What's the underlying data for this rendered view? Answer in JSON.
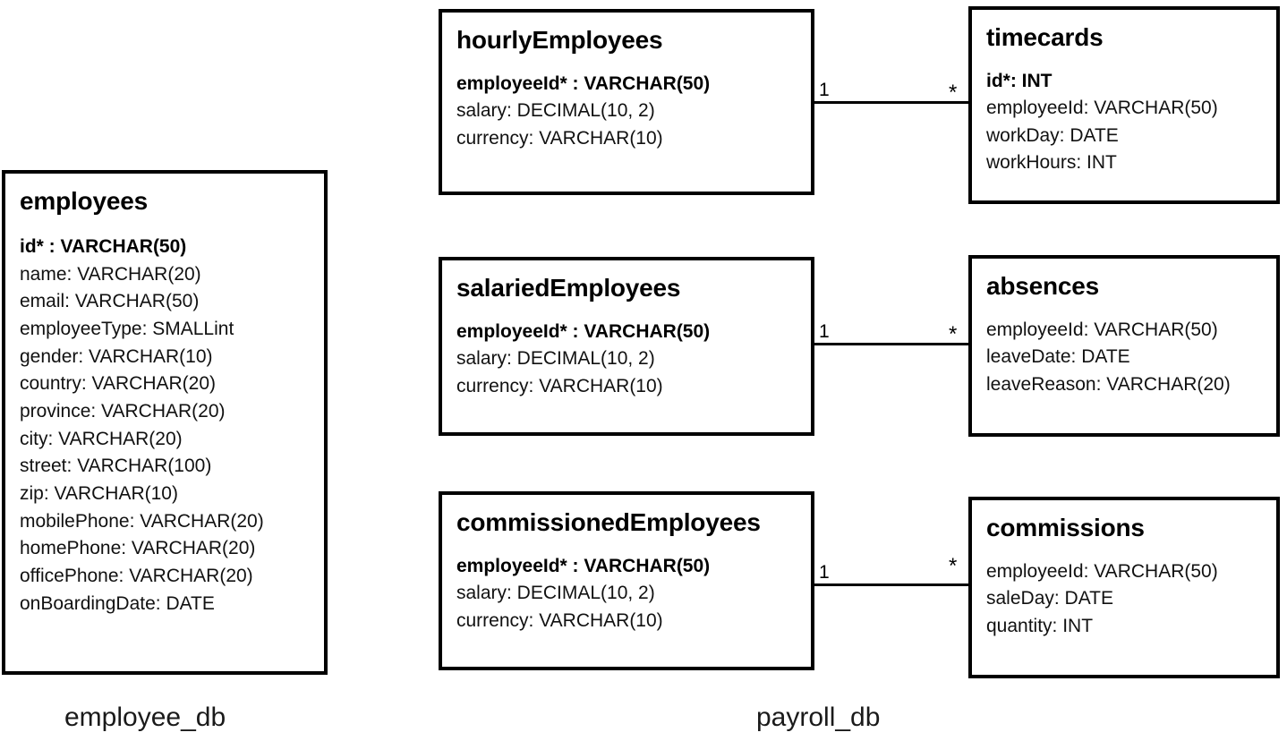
{
  "diagram": {
    "type": "entity-relationship-diagram",
    "databases": [
      {
        "id": "employee_db",
        "caption": "employee_db"
      },
      {
        "id": "payroll_db",
        "caption": "payroll_db"
      }
    ],
    "entities": [
      {
        "id": "employees",
        "database": "employee_db",
        "title": "employees",
        "attributes": [
          {
            "text": "id* : VARCHAR(50)",
            "primary_key": true
          },
          {
            "text": "name: VARCHAR(20)",
            "primary_key": false
          },
          {
            "text": "email: VARCHAR(50)",
            "primary_key": false
          },
          {
            "text": "employeeType: SMALLint",
            "primary_key": false
          },
          {
            "text": "gender: VARCHAR(10)",
            "primary_key": false
          },
          {
            "text": "country: VARCHAR(20)",
            "primary_key": false
          },
          {
            "text": "province: VARCHAR(20)",
            "primary_key": false
          },
          {
            "text": "city: VARCHAR(20)",
            "primary_key": false
          },
          {
            "text": "street: VARCHAR(100)",
            "primary_key": false
          },
          {
            "text": "zip: VARCHAR(10)",
            "primary_key": false
          },
          {
            "text": "mobilePhone: VARCHAR(20)",
            "primary_key": false
          },
          {
            "text": "homePhone: VARCHAR(20)",
            "primary_key": false
          },
          {
            "text": "officePhone: VARCHAR(20)",
            "primary_key": false
          },
          {
            "text": "onBoardingDate: DATE",
            "primary_key": false
          }
        ]
      },
      {
        "id": "hourlyEmployees",
        "database": "payroll_db",
        "title": "hourlyEmployees",
        "attributes": [
          {
            "text": "employeeId* : VARCHAR(50)",
            "primary_key": true
          },
          {
            "text": "salary: DECIMAL(10, 2)",
            "primary_key": false
          },
          {
            "text": "currency: VARCHAR(10)",
            "primary_key": false
          }
        ]
      },
      {
        "id": "timecards",
        "database": "payroll_db",
        "title": "timecards",
        "attributes": [
          {
            "text": "id*: INT",
            "primary_key": true
          },
          {
            "text": "employeeId: VARCHAR(50)",
            "primary_key": false
          },
          {
            "text": "workDay: DATE",
            "primary_key": false
          },
          {
            "text": "workHours: INT",
            "primary_key": false
          }
        ]
      },
      {
        "id": "salariedEmployees",
        "database": "payroll_db",
        "title": "salariedEmployees",
        "attributes": [
          {
            "text": "employeeId* : VARCHAR(50)",
            "primary_key": true
          },
          {
            "text": "salary: DECIMAL(10, 2)",
            "primary_key": false
          },
          {
            "text": "currency: VARCHAR(10)",
            "primary_key": false
          }
        ]
      },
      {
        "id": "absences",
        "database": "payroll_db",
        "title": "absences",
        "attributes": [
          {
            "text": "employeeId: VARCHAR(50)",
            "primary_key": false
          },
          {
            "text": "leaveDate: DATE",
            "primary_key": false
          },
          {
            "text": "leaveReason: VARCHAR(20)",
            "primary_key": false
          }
        ]
      },
      {
        "id": "commissionedEmployees",
        "database": "payroll_db",
        "title": "commissionedEmployees",
        "attributes": [
          {
            "text": "employeeId* : VARCHAR(50)",
            "primary_key": true
          },
          {
            "text": "salary: DECIMAL(10, 2)",
            "primary_key": false
          },
          {
            "text": "currency: VARCHAR(10)",
            "primary_key": false
          }
        ]
      }
    ],
    "relationships": [
      {
        "id": "hourly-timecards",
        "from": "hourlyEmployees",
        "to": "timecards",
        "from_cardinality": "1",
        "to_cardinality": "*"
      },
      {
        "id": "salaried-absences",
        "from": "salariedEmployees",
        "to": "absences",
        "from_cardinality": "1",
        "to_cardinality": "*"
      },
      {
        "id": "commissioned-commissions",
        "from": "commissionedEmployees",
        "to": "commissions",
        "from_cardinality": "1",
        "to_cardinality": "*"
      }
    ],
    "colors": {
      "border": "#000000",
      "background": "#ffffff",
      "text": "#000000"
    }
  },
  "entities_extra": [
    {
      "id": "commissions",
      "database": "payroll_db",
      "title": "commissions",
      "attributes": [
        {
          "text": "employeeId: VARCHAR(50)",
          "primary_key": false
        },
        {
          "text": "saleDay: DATE",
          "primary_key": false
        },
        {
          "text": "quantity: INT",
          "primary_key": false
        }
      ]
    }
  ]
}
